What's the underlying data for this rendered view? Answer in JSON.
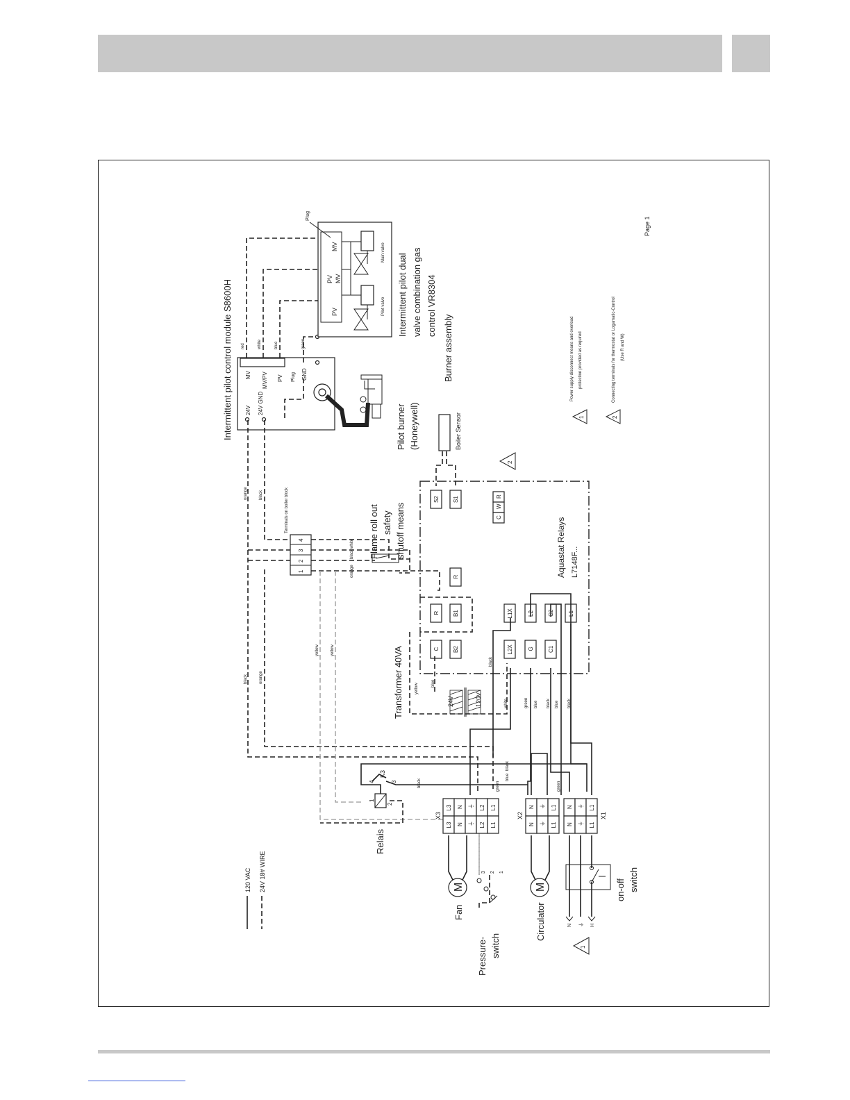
{
  "diagram": {
    "s8600h_title": "Intermittent pilot control module S8600H",
    "s8600h_terms": [
      "24V",
      "24V GND",
      "MV",
      "MV/PV",
      "PV",
      "GND",
      "Plug"
    ],
    "wire_colors_top": [
      "red",
      "white",
      "blue",
      "green"
    ],
    "plug_label": "Plug",
    "pilot_burner": [
      "Pilot burner",
      "(Honeywell)"
    ],
    "burner_assembly": "Burner assembly",
    "gas_valve_title": [
      "Intermittent pilot dual",
      "valve combination gas",
      "control VR8304"
    ],
    "gas_valve_terms": [
      "PV",
      "PV",
      "MV",
      "MV"
    ],
    "pilot_valve": "Pilot valve",
    "main_valve": "Main valve",
    "boiler_sensor": "Boiler Sensor",
    "terminals_block": "Terminals on boiler block",
    "terminals_nums": [
      "1",
      "2",
      "3",
      "4"
    ],
    "flame_rollout": [
      "Flame roll out",
      "safety",
      "shutoff means"
    ],
    "aquastat": [
      "Aquastat Relays",
      "L7148F..."
    ],
    "aquastat_terms": [
      "S2",
      "S1",
      "R",
      "W",
      "C",
      "C",
      "R",
      "B2",
      "B1",
      "R",
      "L2X",
      "L1X",
      "G",
      "L2",
      "C1",
      "C2",
      "L1"
    ],
    "transformer": "Transformer 40VA",
    "transformer_taps": [
      "24V",
      "120V"
    ],
    "wire_colors_mid": [
      "orange",
      "black",
      "white",
      "black",
      "orange",
      "black",
      "orange",
      "yellow",
      "yellow",
      "blue",
      "yellow",
      "white",
      "black",
      "green",
      "blue",
      "black",
      "blue",
      "black"
    ],
    "wire_colors_low": [
      "black",
      "blue",
      "black",
      "green",
      "green"
    ],
    "relay": "Relais",
    "relay_k3": "K3",
    "relay_nums": [
      "1",
      "2",
      "3",
      "4"
    ],
    "x3": "X3",
    "x2": "X2",
    "x1": "X1",
    "x3_terms": [
      "L3",
      "N",
      "⏚",
      "L2",
      "L1"
    ],
    "x2_terms": [
      "N",
      "⏚",
      "L1"
    ],
    "x1_terms": [
      "N",
      "⏚",
      "L1"
    ],
    "fan": "Fan",
    "circulator": "Circulator",
    "pressure_switch": [
      "Pressure-",
      "switch"
    ],
    "ps_nums": [
      "3",
      "2",
      "1"
    ],
    "onoff_switch": [
      "on-off",
      "switch"
    ],
    "supply_terms": [
      "N",
      "⏚",
      "H"
    ],
    "legend_120": "120 VAC",
    "legend_24": "24V 18# WIRE",
    "motor_symbol": "M",
    "note1_num": "1",
    "note1_text": [
      "Power supply disconnect means and overload",
      "protection provided as required"
    ],
    "note2_num": "2",
    "note2_text": [
      "Connecting terminals for thermostat or Logamatic-Control",
      "(Use R and W)"
    ],
    "page": "Page 1"
  }
}
